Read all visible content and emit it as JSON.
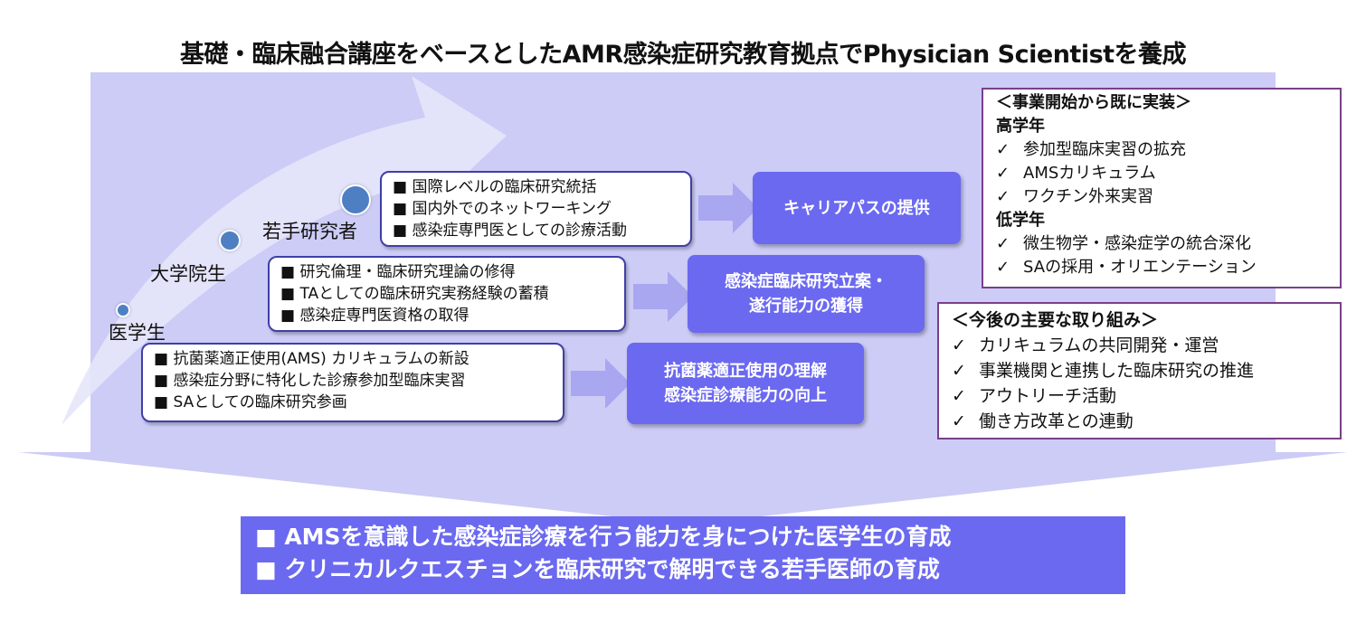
{
  "title": "基礎・臨床融合講座をベースとしたAMR感染症研究教育拠点でPhysician Scientistを養成",
  "stages": {
    "young": "若手研究者",
    "grad": "大学院生",
    "med": "医学生"
  },
  "young_box": {
    "line1": "■ 国際レベルの臨床研究統括",
    "line2": "■ 国内外でのネットワーキング",
    "line3": "■ 感染症専門医としての診療活動"
  },
  "grad_box": {
    "line1": "■ 研究倫理・臨床研究理論の修得",
    "line2": "■ TAとしての臨床研究実務経験の蓄積",
    "line3": "■ 感染症専門医資格の取得"
  },
  "med_box": {
    "line1": "■ 抗菌薬適正使用(AMS) カリキュラムの新設",
    "line2": "■ 感染症分野に特化した診療参加型臨床実習",
    "line3": "■ SAとしての臨床研究参画"
  },
  "outcomes": {
    "young": "キャリアパスの提供",
    "grad_line1": "感染症臨床研究立案・",
    "grad_line2": "遂行能力の獲得",
    "med_line1": "抗菌薬適正使用の理解",
    "med_line2": "感染症診療能力の向上"
  },
  "implemented": {
    "header": "＜事業開始から既に実装＞",
    "upper_label": "高学年",
    "upper_items": [
      "参加型臨床実習の拡充",
      "AMSカリキュラム",
      "ワクチン外来実習"
    ],
    "lower_label": "低学年",
    "lower_items": [
      "微生物学・感染症学の統合深化",
      "SAの採用・オリエンテーション"
    ]
  },
  "future": {
    "header": "＜今後の主要な取り組み＞",
    "items": [
      "カリキュラムの共同開発・運営",
      "事業機関と連携した臨床研究の推進",
      "アウトリーチ活動",
      "働き方改革との連動"
    ]
  },
  "check_mark": "✓",
  "banner": {
    "line1": "■  AMSを意識した感染症診療を行う能力を身につけた医学生の育成",
    "line2": "■ クリニカルクエスチョンを臨床研究で解明できる若手医師の育成"
  },
  "colors": {
    "panel": "#ccccf6",
    "accent": "#6b69f0",
    "box_border": "#3f3fa8",
    "right_border": "#7a3f8a",
    "dot": "#4f7fc3"
  }
}
